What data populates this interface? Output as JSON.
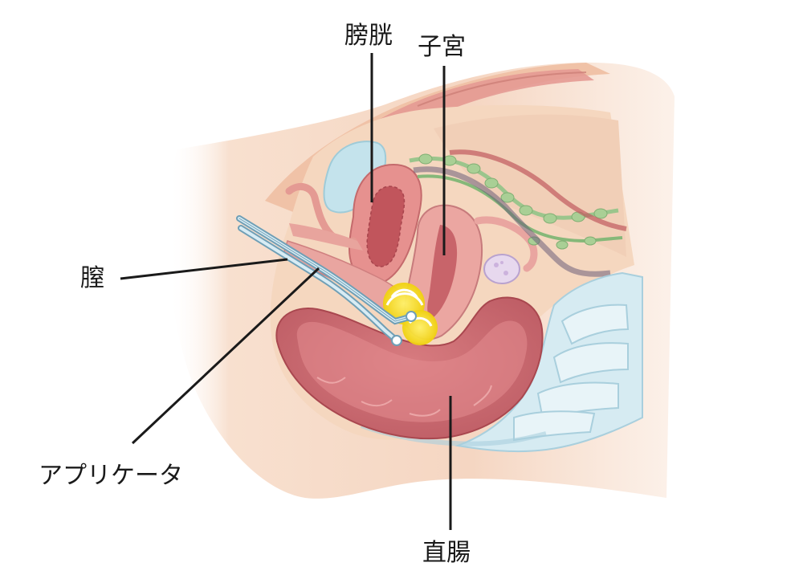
{
  "labels": {
    "bladder": "膀胱",
    "uterus": "子宮",
    "vagina": "膣",
    "applicator": "アプリケータ",
    "rectum": "直腸"
  },
  "colors": {
    "skin": "#f7dcc9",
    "skin_dark": "#eeb89f",
    "pelvic_fat": "#f4d2b6",
    "muscle": "#e79a97",
    "organ_dark": "#c56a6f",
    "bladder_fill": "#bfe1ea",
    "vessel": "#9bc58c",
    "applicator": "#8db7cc",
    "radiation": "#f5dd1e",
    "leader_line": "#1a1a1a"
  }
}
